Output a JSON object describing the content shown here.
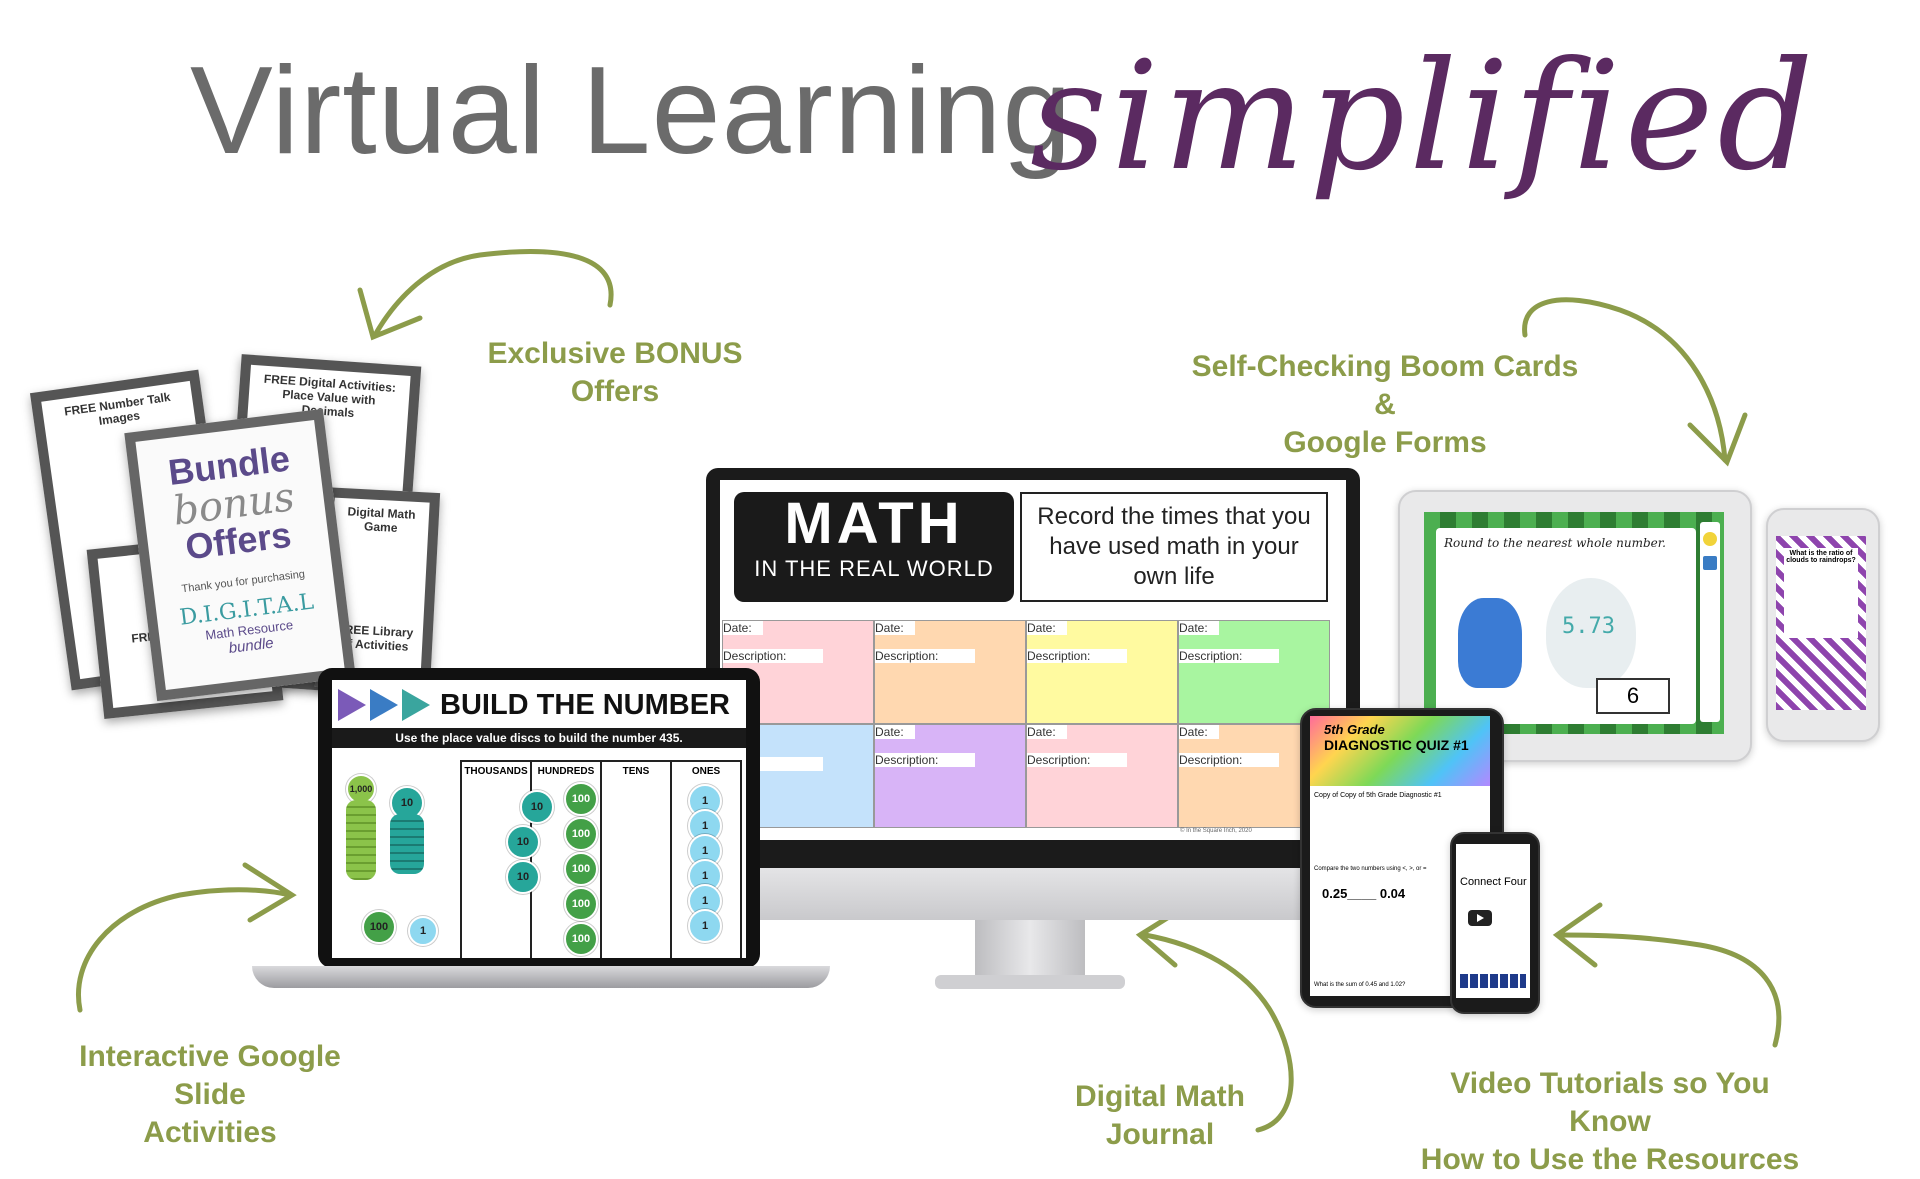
{
  "headline": {
    "main": "Virtual Learning",
    "script": "simplified"
  },
  "callouts": {
    "bonus": [
      "Exclusive BONUS",
      "Offers"
    ],
    "boom": [
      "Self-Checking Boom Cards &",
      "Google Forms"
    ],
    "slides": [
      "Interactive Google Slide",
      "Activities"
    ],
    "journal": [
      "Digital Math",
      "Journal"
    ],
    "video": [
      "Video Tutorials so You Know",
      "How to Use the Resources"
    ]
  },
  "bonus_cards": {
    "card1_title": "FREE Number Talk Images",
    "card2_title": "FREE Digital Activities: Place Value with Decimals",
    "card3_title": "Digital Math Game",
    "card4_title": "FREE Library of Activities",
    "card5_title": "FREE Brain Breaks",
    "main_line1": "Bundle",
    "main_line2": "bonus",
    "main_line3": "Offers",
    "main_thanks": "Thank you for purchasing",
    "main_brand": "D.I.G.I.T.A.L",
    "main_brand_sub": "Math Resource",
    "main_bundle": "bundle"
  },
  "laptop": {
    "title": "BUILD THE NUMBER",
    "subtitle": "Use the place value discs to build the number 435.",
    "columns": [
      "THOUSANDS",
      "HUNDREDS",
      "TENS",
      "ONES"
    ],
    "disc_1000": "1,000",
    "disc_100": "100",
    "disc_10": "10",
    "disc_1": "1"
  },
  "monitor": {
    "logo_line1": "MATH",
    "logo_line2": "IN THE REAL WORLD",
    "prompt": "Record the times that you have used math in your own life",
    "date_label": "Date:",
    "desc_label": "Description:",
    "desc_label_cut": "ription:",
    "footer": "© In the Square Inch, 2020"
  },
  "tablet": {
    "question": "Round to the nearest whole number.",
    "number": "5.73",
    "answer": "6"
  },
  "phone_small": {
    "text": "What is the ratio of clouds to raindrops?"
  },
  "tablet2": {
    "heading1": "5th Grade",
    "heading2": "DIAGNOSTIC QUIZ #1",
    "form_title": "Copy of Copy of 5th Grade Diagnostic #1",
    "question": "Compare the two numbers using <, >, or =",
    "compare": "0.25____ 0.04",
    "footer_q": "What is the sum of 0.45 and 1.02?"
  },
  "phone2": {
    "title": "Connect Four"
  },
  "colors": {
    "headline_gray": "#6b6b6b",
    "script_purple": "#5b2a61",
    "callout_green": "#8c9c4a"
  }
}
